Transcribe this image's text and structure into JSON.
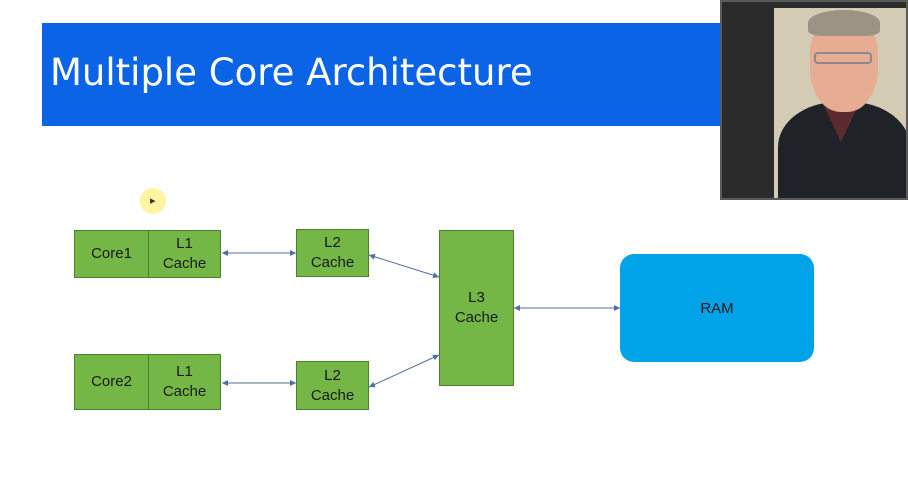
{
  "slide": {
    "title": "Multiple Core Architecture",
    "colors": {
      "title_bar": "#0b63e6",
      "box": "#74b747",
      "ram": "#00a2e8",
      "arrow": "#4f6f9f"
    },
    "core1": {
      "core_label": "Core1",
      "l1_line1": "L1",
      "l1_line2": "Cache"
    },
    "core2": {
      "core_label": "Core2",
      "l1_line1": "L1",
      "l1_line2": "Cache"
    },
    "l2_top": {
      "line1": "L2",
      "line2": "Cache"
    },
    "l2_bottom": {
      "line1": "L2",
      "line2": "Cache"
    },
    "l3": {
      "line1": "L3",
      "line2": "Cache"
    },
    "ram": {
      "label": "RAM"
    }
  },
  "webcam": {
    "icon": "presenter-video-feed"
  },
  "cursor": {
    "icon": "mouse-pointer-icon"
  }
}
